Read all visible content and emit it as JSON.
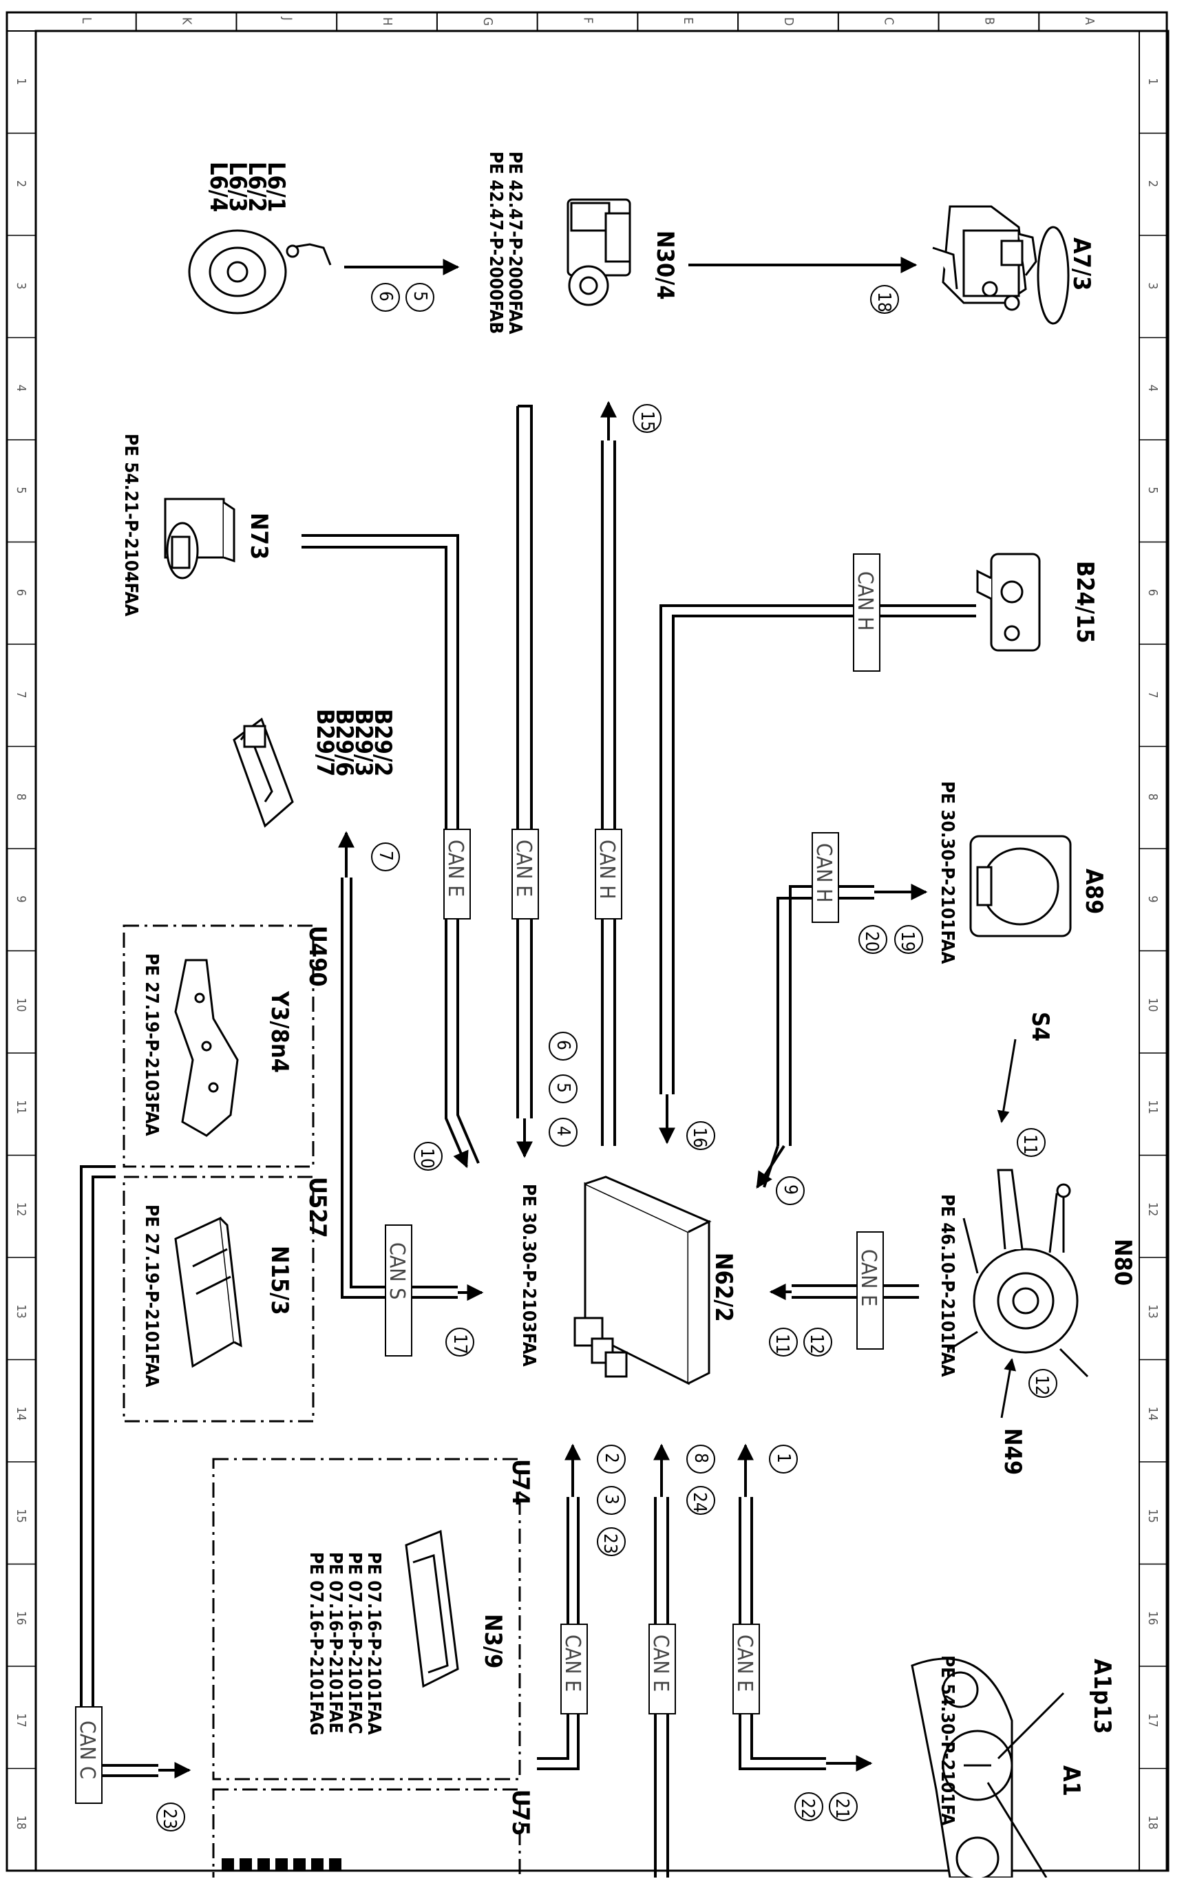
{
  "border": {
    "row_letters": [
      "L",
      "K",
      "J",
      "H",
      "G",
      "F",
      "E",
      "D",
      "C",
      "B",
      "A"
    ],
    "col_numbers": [
      "1",
      "2",
      "3",
      "4",
      "5",
      "6",
      "7",
      "8",
      "9",
      "10",
      "11",
      "12",
      "13",
      "14",
      "15",
      "16",
      "17",
      "18"
    ]
  },
  "components": {
    "a7_3": "A7/3",
    "n30_4": "N30/4",
    "n30_4_ref1": "PE 42.47-P-2000FAA",
    "n30_4_ref2": "PE 42.47-P-2000FAB",
    "l6_1": "L6/1",
    "l6_2": "L6/2",
    "l6_3": "L6/3",
    "l6_4": "L6/4",
    "n73": "N73",
    "n73_ref": "PE 54.21-P-2104FAA",
    "b24_15": "B24/15",
    "b29_2": "B29/2",
    "b29_3": "B29/3",
    "b29_6": "B29/6",
    "b29_7": "B29/7",
    "a89": "A89",
    "a89_ref": "PE 30.30-P-2101FAA",
    "u490": "U490",
    "y3_8n4": "Y3/8n4",
    "y3_8n4_ref": "PE 27.19-P-2103FAA",
    "u527": "U527",
    "n15_3": "N15/3",
    "n15_3_ref": "PE 27.19-P-2101FAA",
    "n62_2": "N62/2",
    "n62_2_ref": "PE 30.30-P-2103FAA",
    "s4": "S4",
    "n80": "N80",
    "n80_ref": "PE 46.10-P-2101FAA",
    "n49": "N49",
    "u74": "U74",
    "n3_9": "N3/9",
    "n3_9_ref1": "PE 07.16-P-2101FAA",
    "n3_9_ref2": "PE 07.16-P-2101FAC",
    "n3_9_ref3": "PE 07.16-P-2101FAE",
    "n3_9_ref4": "PE 07.16-P-2101FAG",
    "u75": "U75",
    "a1p13": "A1p13",
    "a1": "A1",
    "a1_ref": "PE 54.30-P-2101FA"
  },
  "can_labels": {
    "can_h_b24": "CAN H",
    "can_e_1": "CAN E",
    "can_e_2": "CAN E",
    "can_h_1": "CAN H",
    "can_h_a89": "CAN H",
    "can_s": "CAN S",
    "can_e_n80": "CAN E",
    "can_c": "CAN C",
    "can_e_b1": "CAN E",
    "can_e_b2": "CAN E",
    "can_e_b3": "CAN E"
  },
  "signals": {
    "s18": "18",
    "s5a": "5",
    "s6a": "6",
    "s15": "15",
    "s7": "7",
    "s19": "19",
    "s20": "20",
    "s6b": "6",
    "s5b": "5",
    "s4": "4",
    "s16": "16",
    "s10": "10",
    "s9": "9",
    "s11a": "11",
    "s12a": "12",
    "s11b": "11",
    "s12b": "12",
    "s17": "17",
    "s2": "2",
    "s3": "3",
    "s23a": "23",
    "s8": "8",
    "s24": "24",
    "s1": "1",
    "s23b": "23",
    "s21": "21",
    "s22": "22"
  }
}
